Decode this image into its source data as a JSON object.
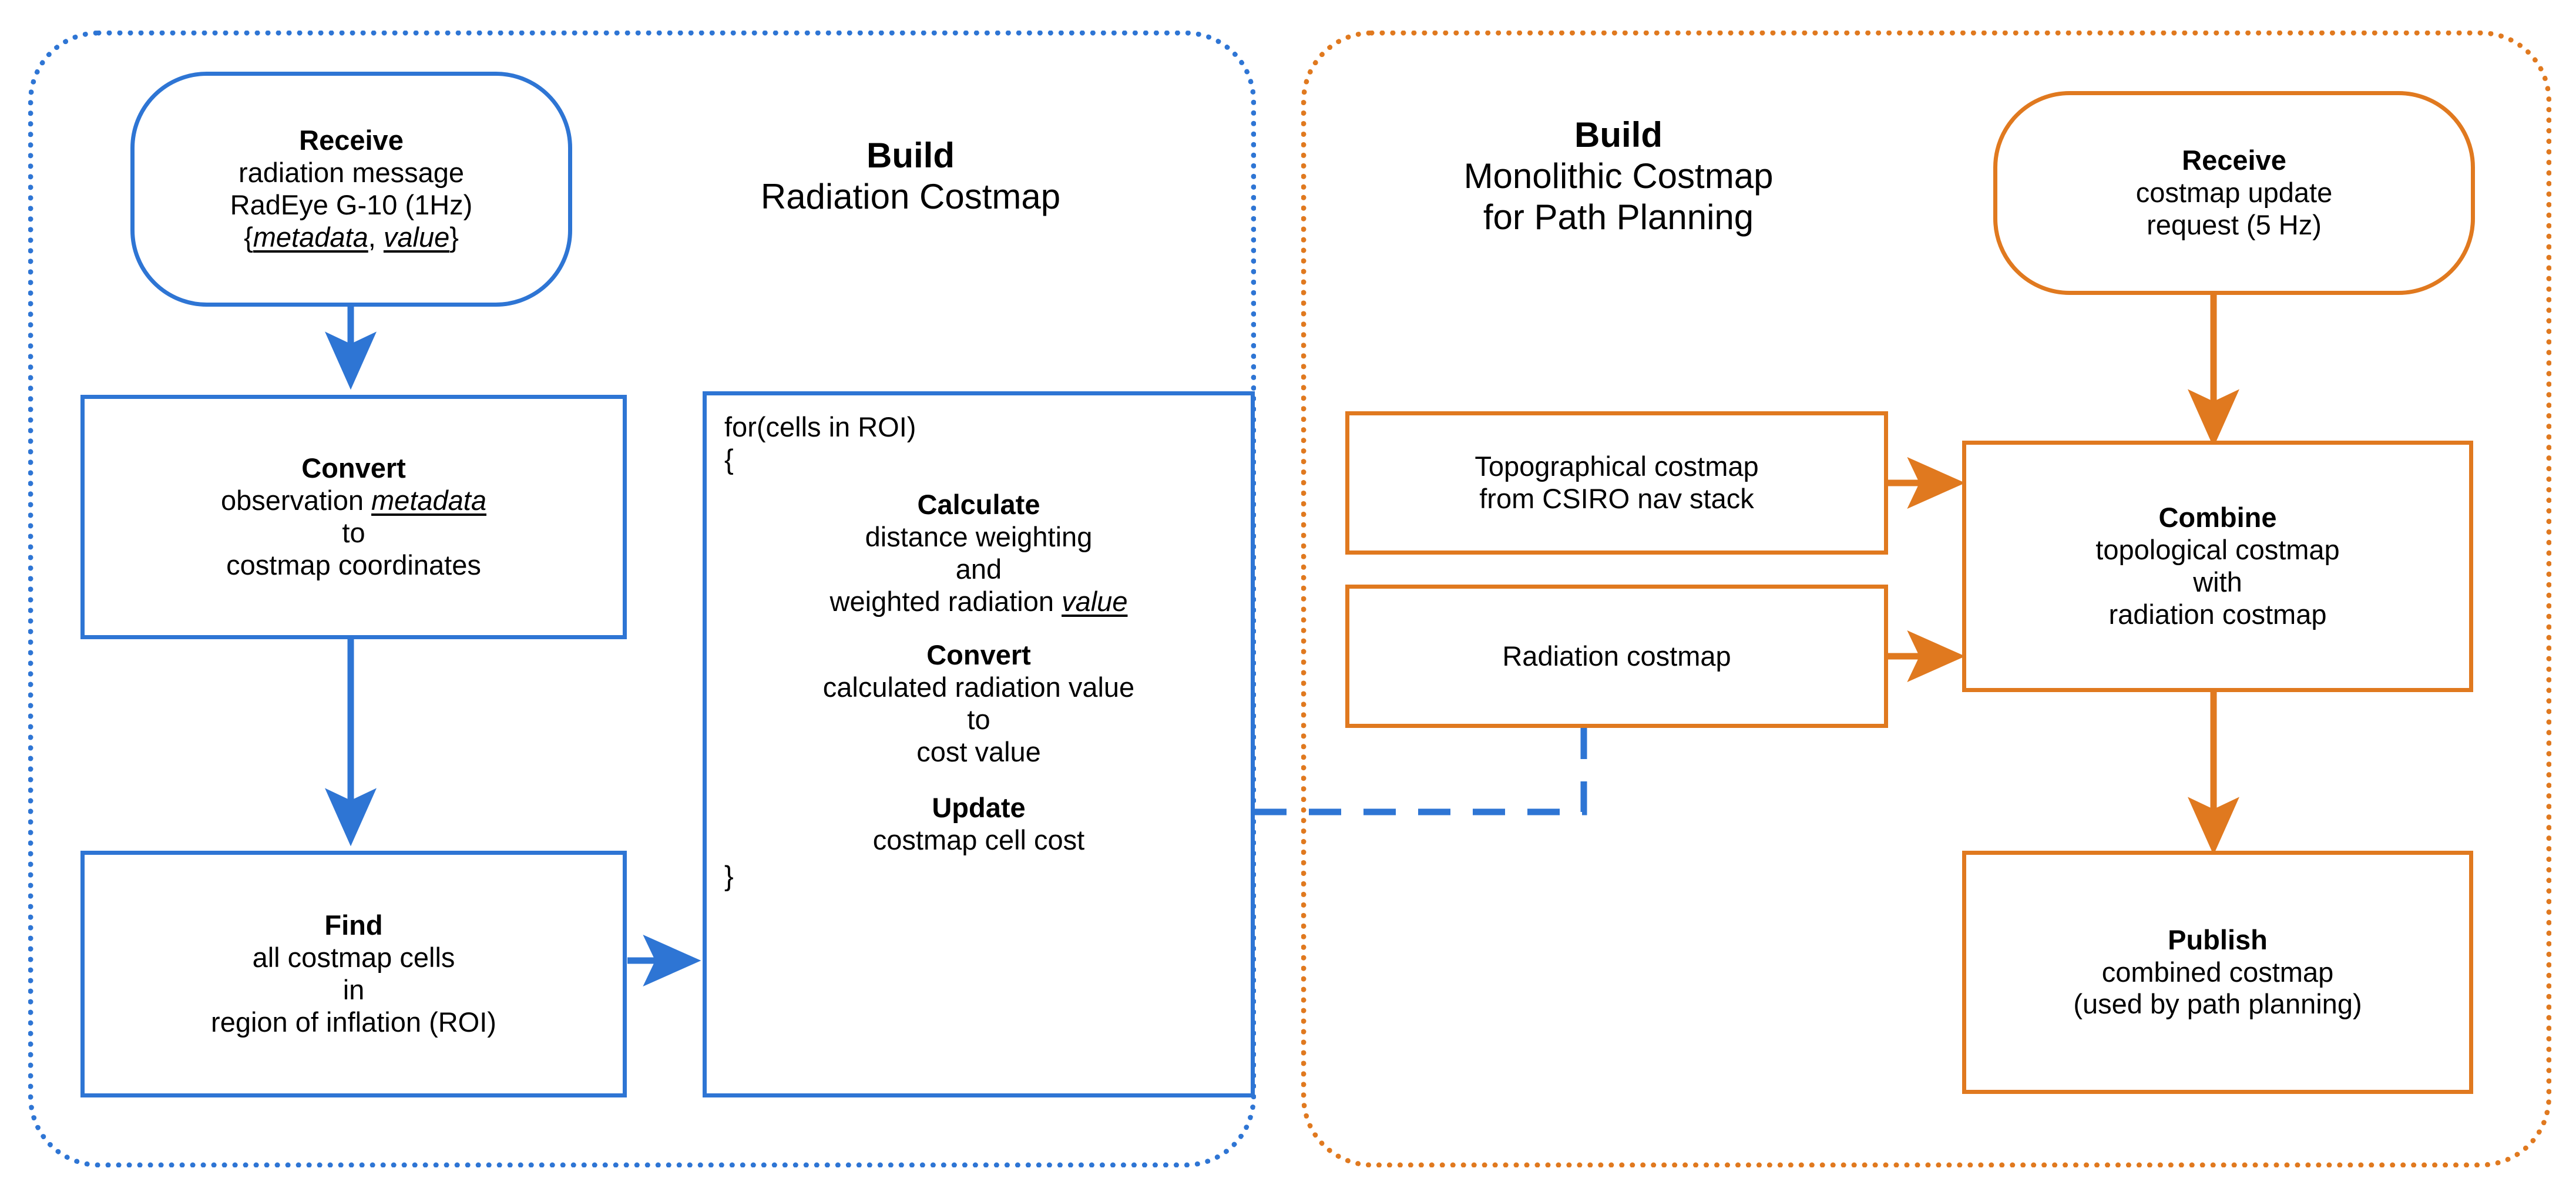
{
  "colors": {
    "blue": "#2E75D4",
    "orange": "#E0791F",
    "text": "#000000",
    "background": "#FFFFFF"
  },
  "panels": [
    {
      "id": "radiation-costmap-panel",
      "accent": "#2E75D4"
    },
    {
      "id": "monolithic-costmap-panel",
      "accent": "#E0791F"
    }
  ],
  "left_panel": {
    "title": {
      "bold_line": "Build",
      "line2": "Radiation Costmap"
    },
    "receive_node": {
      "bold_line": "Receive",
      "line2": "radiation message",
      "line3": "RadEye G-10 (1Hz)",
      "line4_open": "{",
      "line4_em1": "metadata",
      "line4_sep": ", ",
      "line4_em2": "value",
      "line4_close": "}"
    },
    "convert_node": {
      "bold_line": "Convert",
      "line2_pre": "observation ",
      "line2_em": "metadata",
      "line3": "to",
      "line4": "costmap coordinates"
    },
    "find_node": {
      "bold_line": "Find",
      "line2": "all costmap cells",
      "line3": "in",
      "line4": "region of inflation (ROI)"
    },
    "code_node": {
      "for_line": "for(cells in ROI)",
      "open_brace": "{",
      "close_brace": "}",
      "step1": {
        "bold_line": "Calculate",
        "line2": "distance weighting",
        "line3": "and",
        "line4_pre": "weighted radiation ",
        "line4_em": "value"
      },
      "step2": {
        "bold_line": "Convert",
        "line2": "calculated radiation value",
        "line3": "to",
        "line4": "cost value"
      },
      "step3": {
        "bold_line": "Update",
        "line2": "costmap cell cost"
      }
    }
  },
  "right_panel": {
    "title": {
      "bold_line": "Build",
      "line2": "Monolithic Costmap",
      "line3": "for Path Planning"
    },
    "receive_node": {
      "bold_line": "Receive",
      "line2": "costmap update",
      "line3": "request (5 Hz)"
    },
    "topographical_node": {
      "line1": "Topographical costmap",
      "line2": "from CSIRO nav stack"
    },
    "radiation_node": {
      "line1": "Radiation costmap"
    },
    "combine_node": {
      "bold_line": "Combine",
      "line2": "topological costmap",
      "line3": "with",
      "line4": "radiation costmap"
    },
    "publish_node": {
      "bold_line": "Publish",
      "line2": "combined costmap",
      "line3": "(used by path planning)"
    }
  },
  "connectors": [
    {
      "name": "receive-to-convert",
      "style": "solid",
      "color": "#2E75D4"
    },
    {
      "name": "convert-to-find",
      "style": "solid",
      "color": "#2E75D4"
    },
    {
      "name": "find-to-loop",
      "style": "solid",
      "color": "#2E75D4"
    },
    {
      "name": "loop-to-radiation-costmap",
      "style": "dashed",
      "color": "#2E75D4"
    },
    {
      "name": "receive-request-to-combine",
      "style": "solid",
      "color": "#E0791F"
    },
    {
      "name": "topographical-to-combine",
      "style": "solid",
      "color": "#E0791F"
    },
    {
      "name": "radiation-to-combine",
      "style": "solid",
      "color": "#E0791F"
    },
    {
      "name": "combine-to-publish",
      "style": "solid",
      "color": "#E0791F"
    }
  ]
}
